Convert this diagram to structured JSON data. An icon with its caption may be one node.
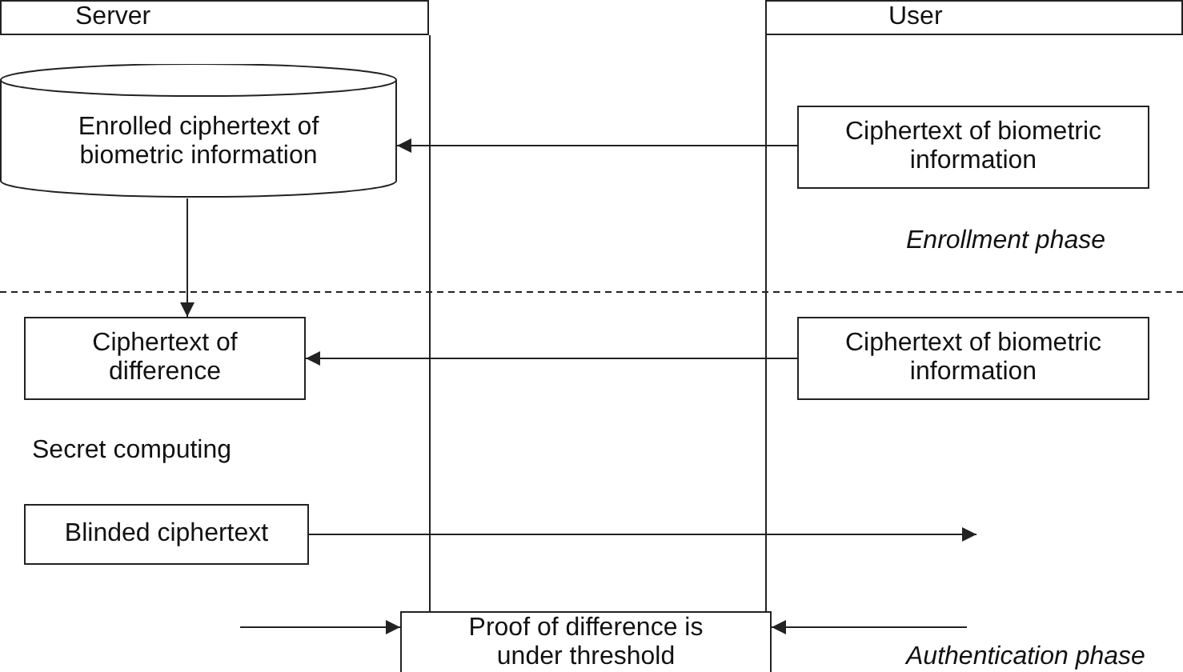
{
  "diagram": {
    "nodes": [
      {
        "text": [
          "Server"
        ]
      },
      {
        "text": [
          "User"
        ]
      },
      {
        "text": [
          "Enrolled ciphertext of biometric information"
        ]
      },
      {
        "text": [
          "Ciphertext of biometric information"
        ]
      },
      {
        "text": [
          "Ciphertext of difference"
        ]
      },
      {
        "text": [
          "Ciphertext of biometric information"
        ]
      },
      {
        "text": [
          "Blinded ciphertext"
        ]
      },
      {
        "text": [
          "Proof of difference is under threshold"
        ]
      }
    ],
    "edges": [
      {
        "from": 3,
        "to": 2,
        "arrow": "to"
      },
      {
        "from": 2,
        "to": 4,
        "arrow": "to"
      },
      {
        "from": 5,
        "to": 4,
        "arrow": "to"
      },
      {
        "from": 6,
        "to": null,
        "arrow": "to"
      },
      {
        "from": null,
        "to": 7,
        "arrow": "to"
      },
      {
        "from": null,
        "to": 7,
        "arrow": "to"
      },
      {
        "from": 0,
        "to": 7,
        "arrow": "none"
      },
      {
        "from": 1,
        "to": 7,
        "arrow": "none"
      }
    ],
    "labels": [
      "Enrollment phase",
      "Secret computing",
      "Authentication phase"
    ]
  }
}
